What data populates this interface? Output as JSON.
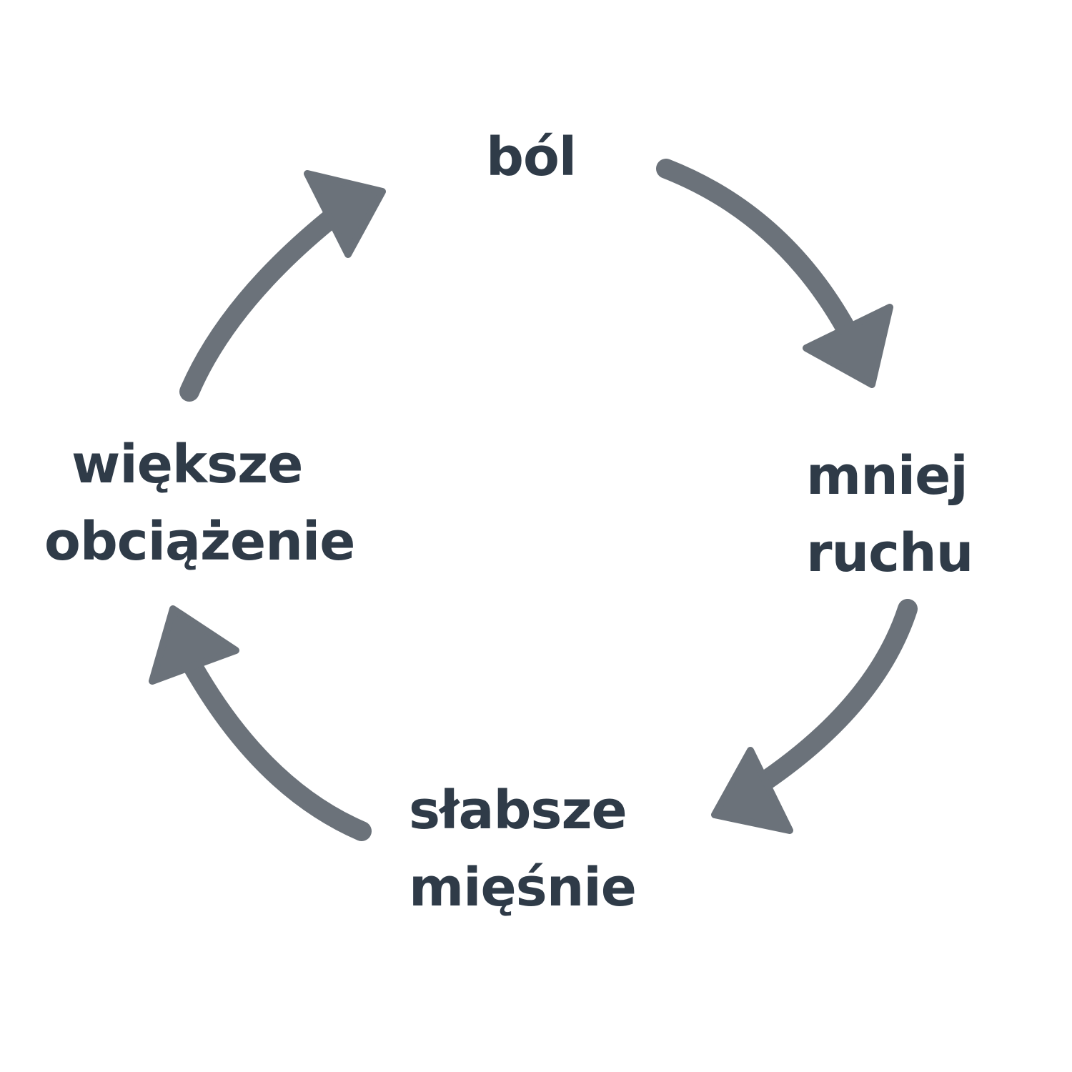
{
  "diagram": {
    "type": "cycle",
    "arrow_color": "#6b727a",
    "text_color": "#2f3b48",
    "background": "#ffffff",
    "nodes": [
      {
        "id": "top",
        "lines": [
          "ból"
        ]
      },
      {
        "id": "right",
        "lines": [
          "mniej",
          "ruchu"
        ]
      },
      {
        "id": "bottom",
        "lines": [
          "słabsze",
          "mięśnie"
        ]
      },
      {
        "id": "left",
        "lines": [
          "większe",
          "obciążenie"
        ]
      }
    ],
    "edges": [
      {
        "from": "top",
        "to": "right"
      },
      {
        "from": "right",
        "to": "bottom"
      },
      {
        "from": "bottom",
        "to": "left"
      },
      {
        "from": "left",
        "to": "top"
      }
    ]
  }
}
